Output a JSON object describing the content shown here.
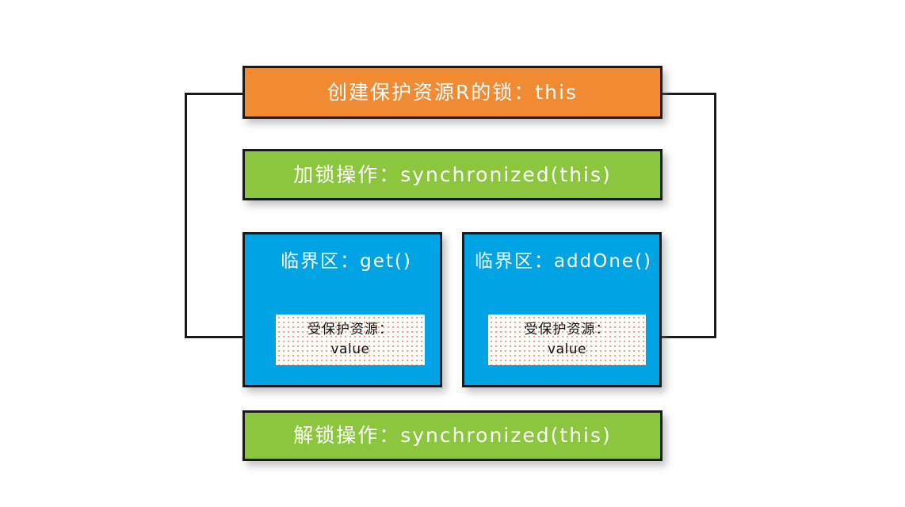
{
  "diagram": {
    "title_box": {
      "label": "创建保护资源R的锁：this",
      "color": "#F08A33"
    },
    "acquire_box": {
      "label": "加锁操作：synchronized(this)",
      "color": "#8CC63F"
    },
    "release_box": {
      "label": "解锁操作：synchronized(this)",
      "color": "#8CC63F"
    },
    "critical_sections": [
      {
        "title": "临界区：get()",
        "color": "#00A3E4",
        "resource": {
          "line1": "受保护资源：",
          "line2": "value"
        }
      },
      {
        "title": "临界区：addOne()",
        "color": "#00A3E4",
        "resource": {
          "line1": "受保护资源：",
          "line2": "value"
        }
      }
    ],
    "connectors": [
      {
        "name": "lock-to-get-resource",
        "from": "创建保护资源R的锁：this",
        "to": "受保护资源：value",
        "direction": "left-down-right"
      },
      {
        "name": "lock-to-addone-resource",
        "from": "创建保护资源R的锁：this",
        "to": "受保护资源：value",
        "direction": "right-down-left"
      }
    ],
    "background_color": "#FFFFFF",
    "line_color": "#1A1A1A"
  }
}
